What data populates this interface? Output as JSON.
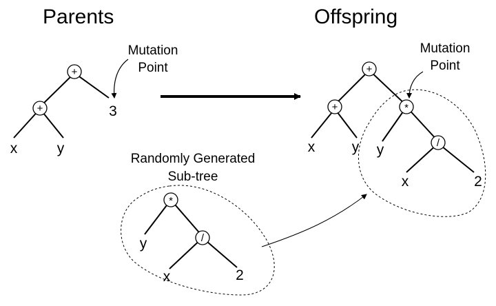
{
  "headings": {
    "parents": "Parents",
    "offspring": "Offspring"
  },
  "labels": {
    "mutation_line1": "Mutation",
    "mutation_line2": "Point",
    "random_line1": "Randomly Generated",
    "random_line2": "Sub-tree"
  },
  "parent_tree": {
    "root": "+",
    "left_op": "+",
    "right_leaf": "3",
    "left_leaf_x": "x",
    "left_leaf_y": "y"
  },
  "offspring_tree": {
    "root": "+",
    "left_op": "+",
    "left_leaf_x": "x",
    "left_leaf_y": "y",
    "mult": "*",
    "mult_leaf_y": "y",
    "div": "/",
    "div_leaf_x": "x",
    "div_leaf_2": "2"
  },
  "random_tree": {
    "mult": "*",
    "mult_leaf_y": "y",
    "div": "/",
    "div_leaf_x": "x",
    "div_leaf_2": "2"
  }
}
